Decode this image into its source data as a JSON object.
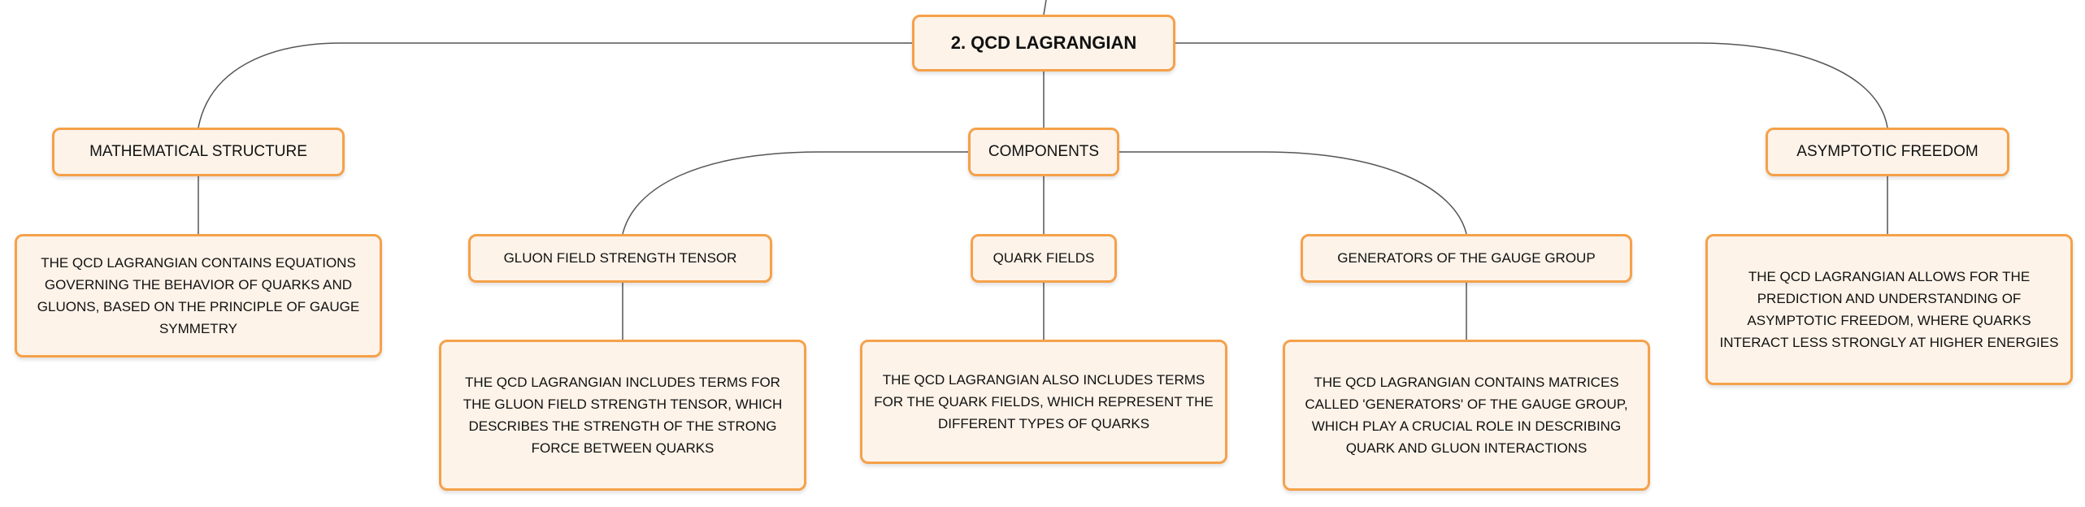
{
  "mindmap": {
    "root": "2. QCD LAGRANGIAN",
    "branches": {
      "mathematical_structure": {
        "label": "MATHEMATICAL STRUCTURE",
        "detail": "THE QCD LAGRANGIAN CONTAINS EQUATIONS GOVERNING THE BEHAVIOR OF QUARKS AND GLUONS, BASED ON THE PRINCIPLE OF GAUGE SYMMETRY"
      },
      "components": {
        "label": "COMPONENTS",
        "children": {
          "gluon_tensor": {
            "label": "GLUON FIELD STRENGTH TENSOR",
            "detail": "THE QCD LAGRANGIAN INCLUDES TERMS FOR THE GLUON FIELD STRENGTH TENSOR, WHICH DESCRIBES THE STRENGTH OF THE STRONG FORCE BETWEEN QUARKS"
          },
          "quark_fields": {
            "label": "QUARK FIELDS",
            "detail": "THE QCD LAGRANGIAN ALSO INCLUDES TERMS FOR THE QUARK FIELDS, WHICH REPRESENT THE DIFFERENT TYPES OF QUARKS"
          },
          "generators": {
            "label": "GENERATORS OF THE GAUGE GROUP",
            "detail": "THE QCD LAGRANGIAN CONTAINS MATRICES CALLED 'GENERATORS' OF THE GAUGE GROUP, WHICH PLAY A CRUCIAL ROLE IN DESCRIBING QUARK AND GLUON INTERACTIONS"
          }
        }
      },
      "asymptotic_freedom": {
        "label": "ASYMPTOTIC FREEDOM",
        "detail": "THE QCD LAGRANGIAN ALLOWS FOR THE PREDICTION AND UNDERSTANDING OF ASYMPTOTIC FREEDOM, WHERE QUARKS INTERACT LESS STRONGLY AT HIGHER ENERGIES"
      }
    }
  },
  "colors": {
    "node_border": "#f5a14a",
    "node_fill": "#fdf3e9",
    "connector": "#555555",
    "text": "#111111"
  }
}
